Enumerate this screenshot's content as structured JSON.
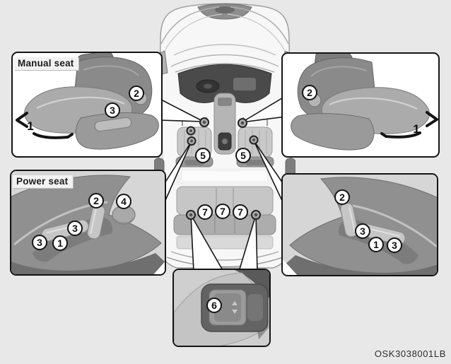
{
  "labels": {
    "manual_seat": "Manual seat",
    "power_seat": "Power seat"
  },
  "figure_code": "OSK3038001LB",
  "callouts": {
    "manual_left_1": "1",
    "manual_left_2": "2",
    "manual_left_3": "3",
    "manual_right_1": "1",
    "manual_right_2": "2",
    "power_left_1": "1",
    "power_left_2": "2",
    "power_left_3_upper": "3",
    "power_left_3_lower": "3",
    "power_left_4": "4",
    "power_right_1": "1",
    "power_right_2": "2",
    "power_right_3_upper": "3",
    "power_right_3_lower": "3",
    "heated_seat_left": "5",
    "heated_seat_right": "5",
    "rear_seat_left": "7",
    "rear_seat_center": "7",
    "rear_seat_right": "7",
    "console_switch": "6"
  },
  "colors": {
    "page_bg": "#e8e8e8",
    "box_bg": "#ffffff",
    "box_border": "#141414",
    "seat_gray": "#909090",
    "control_gray": "#c6c6c6",
    "dashboard_gray": "#4a4a4a"
  }
}
